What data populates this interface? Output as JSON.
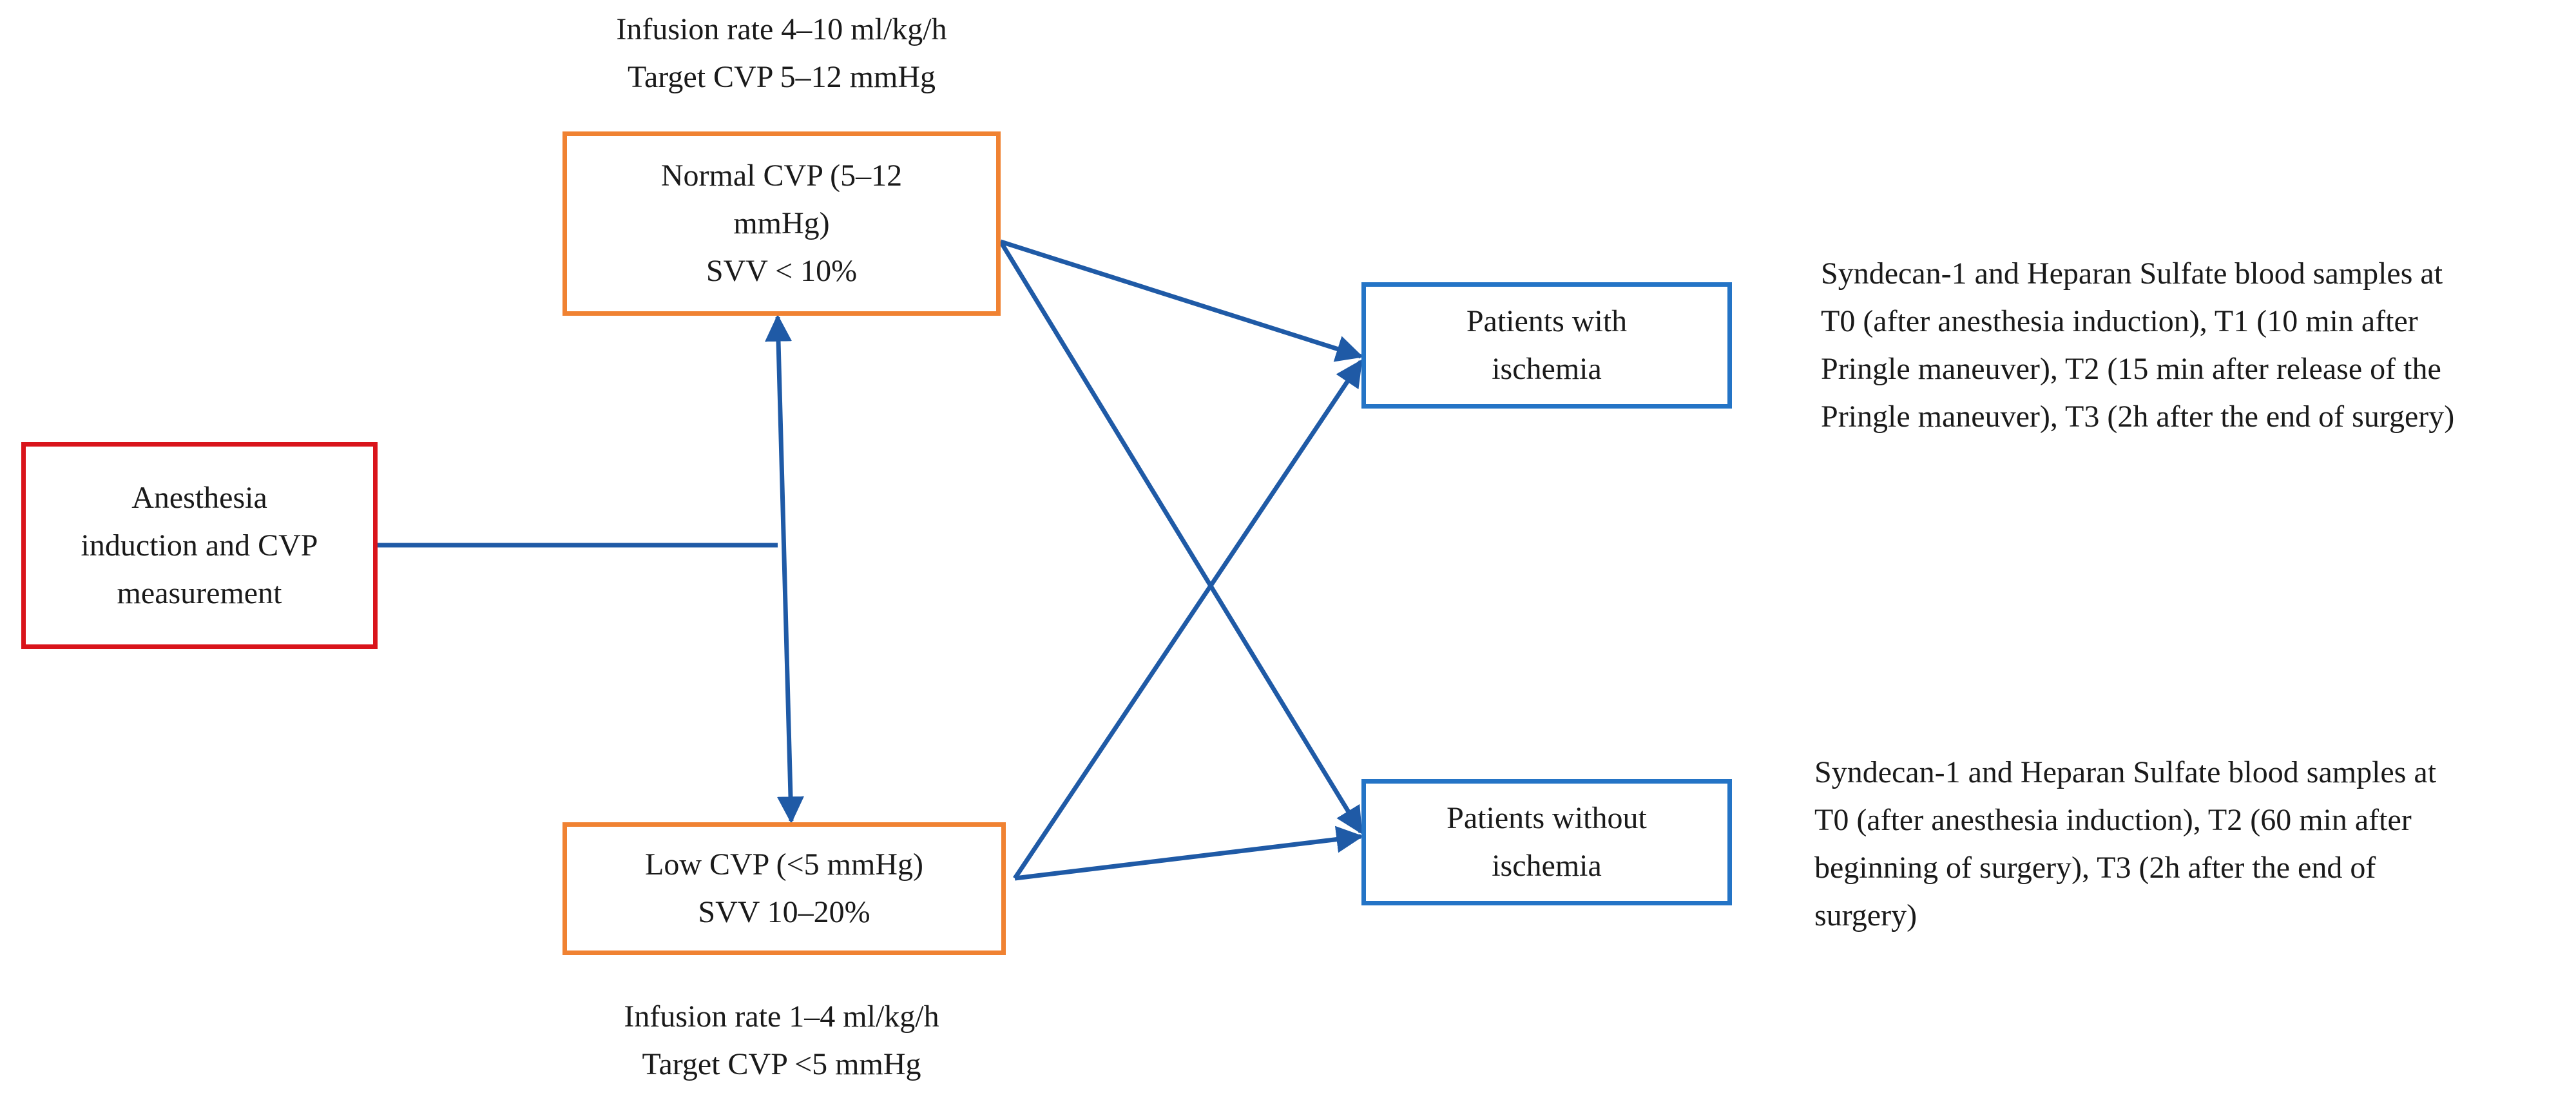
{
  "colors": {
    "arrow": "#1f5aa6",
    "red_box": "#d9141b",
    "orange_box": "#f08232",
    "blue_box": "#2474c6"
  },
  "boxes": {
    "anesthesia": [
      "Anesthesia",
      "induction and CVP",
      "measurement"
    ],
    "normal_cvp": [
      "Normal CVP (5–12",
      "mmHg)",
      "SVV < 10%"
    ],
    "low_cvp": [
      "Low CVP (<5 mmHg)",
      "SVV 10–20%"
    ],
    "with_ischemia": [
      "Patients with",
      "ischemia"
    ],
    "without_ischemia": [
      "Patients without",
      "ischemia"
    ]
  },
  "notes": {
    "normal_cvp": [
      "Infusion rate 4–10 ml/kg/h",
      "Target CVP 5–12 mmHg"
    ],
    "low_cvp": [
      "Infusion rate 1–4 ml/kg/h",
      "Target CVP <5 mmHg"
    ],
    "with_ischemia": [
      "Syndecan-1 and Heparan Sulfate blood samples at",
      "T0 (after anesthesia induction), T1 (10 min after",
      "Pringle maneuver), T2 (15 min after release of the",
      "Pringle maneuver), T3 (2h after the end of surgery)"
    ],
    "without_ischemia": [
      "Syndecan-1 and Heparan Sulfate blood samples at",
      "T0 (after anesthesia induction), T2 (60 min after",
      "beginning of surgery), T3 (2h after the end of",
      "surgery)"
    ]
  }
}
